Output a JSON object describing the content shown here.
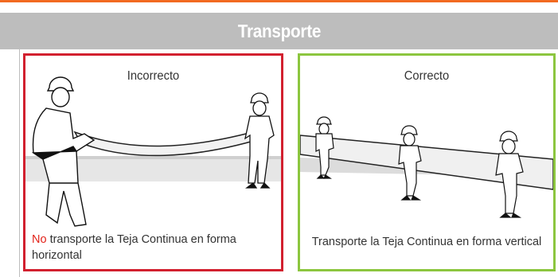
{
  "header": {
    "title": "Transporte"
  },
  "panels": {
    "incorrect": {
      "heading": "Incorrecto",
      "caption_prefix": "No",
      "caption_text": " transporte la Teja Continua en forma horizontal",
      "border_color": "#d2202f"
    },
    "correct": {
      "heading": "Correcto",
      "caption_text": "Transporte la Teja Continua en forma vertical",
      "border_color": "#8cc63f"
    }
  },
  "colors": {
    "accent_rule": "#f26a21",
    "header_band": "#bdbdbd",
    "caption_negation": "#e2231a"
  }
}
